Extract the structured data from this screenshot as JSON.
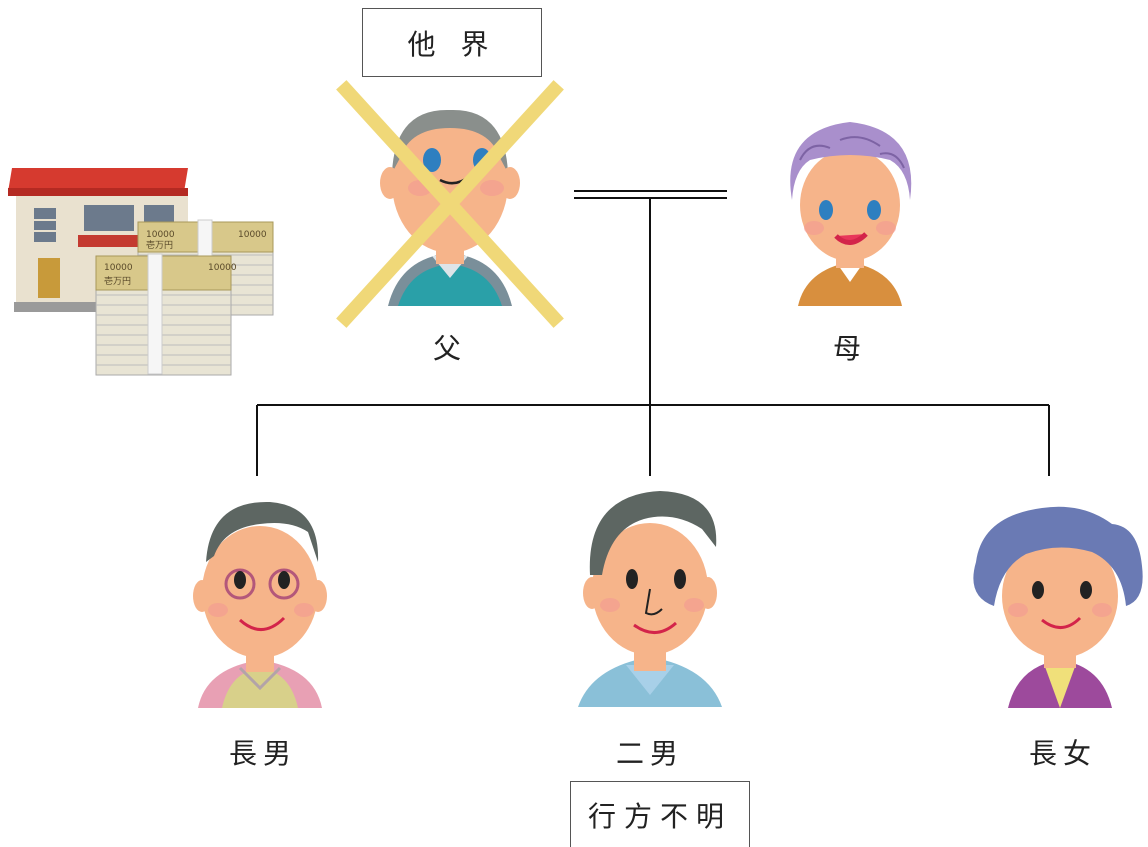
{
  "status_boxes": {
    "father_status": "他 界",
    "second_son_status": "行方不明"
  },
  "people": {
    "father": "父",
    "mother": "母",
    "eldest_son": "長男",
    "second_son": "二男",
    "eldest_daughter": "長女"
  },
  "estate": {
    "house_icon": "house-icon",
    "cash_icon": "money-stack-icon",
    "banknote_text": "10000",
    "banknote_sub": "壱万円"
  },
  "colors": {
    "cross": "#f0d878",
    "skin": "#f6b48a",
    "line": "#111111"
  }
}
